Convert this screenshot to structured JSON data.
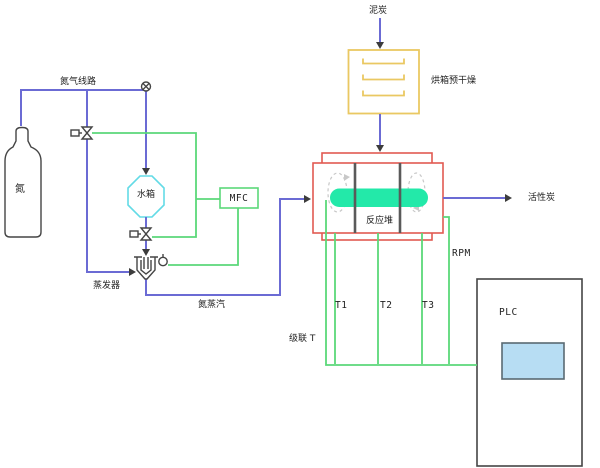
{
  "labels": {
    "nitrogen_line": "氮气线路",
    "nitrogen": "氮",
    "water_tank": "水箱",
    "mfc": "MFC",
    "evaporator": "蒸发器",
    "nitrogen_vapor": "氮蒸汽",
    "peat": "泥炭",
    "oven": "烘箱预干燥",
    "reactor": "反应堆",
    "activated_carbon": "活性炭",
    "rpm": "RPM",
    "t1": "T1",
    "t2": "T2",
    "t3": "T3",
    "cascade_t": "级联 T",
    "plc": "PLC"
  },
  "colors": {
    "blue-line": "#6b6bd4",
    "green-line": "#5bd879",
    "red-box": "#e15a52",
    "yellow-box": "#eac862",
    "cyan-tank": "#63dbe6",
    "capsule": "#23e9a9",
    "screen-fill": "#b7ddf3",
    "screen-border": "#5a6a72",
    "dark-stroke": "#454545",
    "divider": "#5a5a5a",
    "dashed": "#c8c8c8",
    "arrow": "#3c3c3c",
    "text": "#1e1e1e"
  }
}
